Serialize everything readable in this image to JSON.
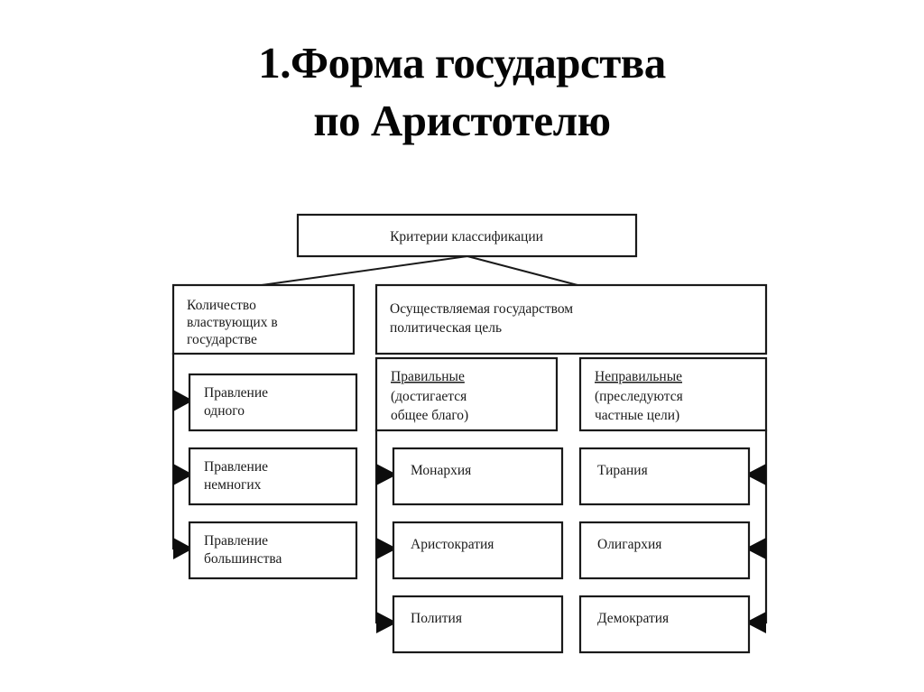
{
  "page": {
    "background_color": "#ffffff",
    "ink_color": "#1a1a1a"
  },
  "title": {
    "line1": "1.Форма государства",
    "line2": "по Аристотелю"
  },
  "diagram": {
    "type": "hierarchy-tree",
    "root": {
      "label": "Критерии классификации"
    },
    "criteria": [
      {
        "id": "quantity",
        "lines": [
          "Количество",
          "властвующих в",
          "государстве"
        ]
      },
      {
        "id": "political-goal",
        "lines": [
          "Осуществляемая государством",
          "политическая цель"
        ]
      }
    ],
    "columns": [
      {
        "id": "rule-count",
        "header": null,
        "items": [
          {
            "lines": [
              "Правление",
              "одного"
            ]
          },
          {
            "lines": [
              "Правление",
              "немногих"
            ]
          },
          {
            "lines": [
              "Правление",
              "большинства"
            ]
          }
        ]
      },
      {
        "id": "correct-forms",
        "header": {
          "title": "Правильные",
          "subtitle_lines": [
            "(достигается",
            "общее благо)"
          ]
        },
        "items": [
          {
            "lines": [
              "Монархия"
            ]
          },
          {
            "lines": [
              "Аристократия"
            ]
          },
          {
            "lines": [
              "Полития"
            ]
          }
        ]
      },
      {
        "id": "incorrect-forms",
        "header": {
          "title": "Неправильные",
          "subtitle_lines": [
            "(преследуются",
            "частные цели)"
          ]
        },
        "items": [
          {
            "lines": [
              "Тирания"
            ]
          },
          {
            "lines": [
              "Олигархия"
            ]
          },
          {
            "lines": [
              "Демократия"
            ]
          }
        ]
      }
    ]
  }
}
